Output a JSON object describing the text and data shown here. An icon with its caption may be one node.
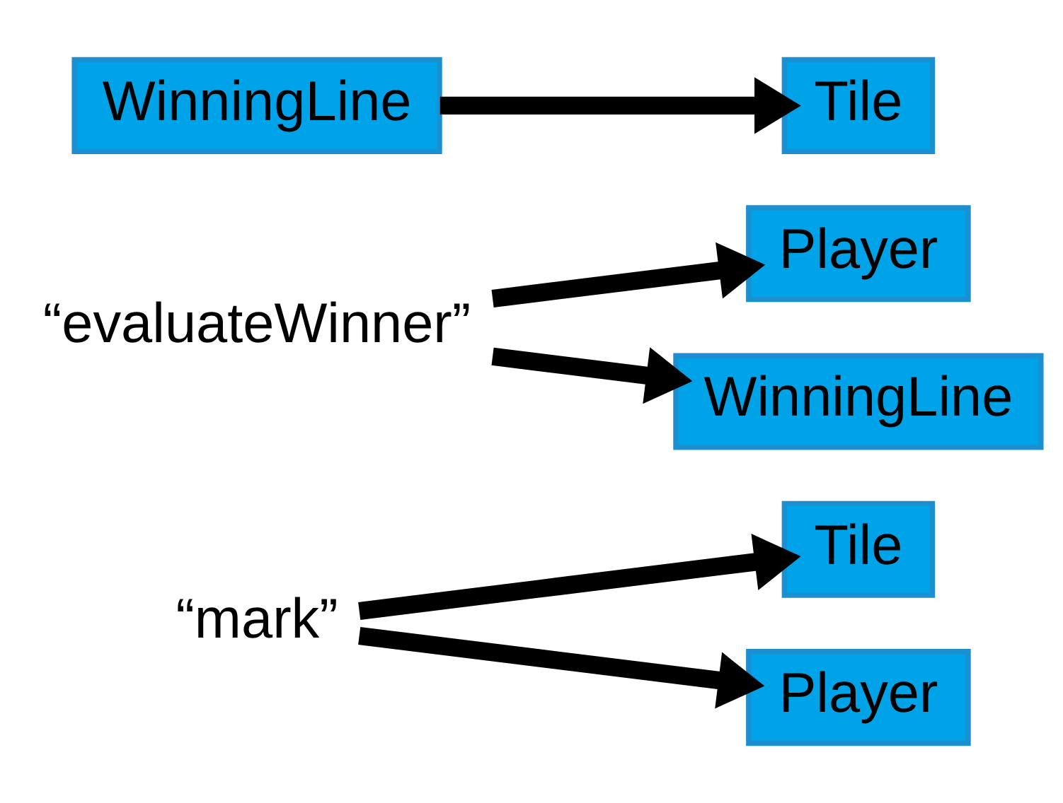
{
  "diagram": {
    "nodes": [
      {
        "text": [
          "“mark”"
        ]
      },
      {
        "text": [
          "Tile"
        ]
      },
      {
        "text": [
          "Player"
        ]
      },
      {
        "text": [
          "“evaluateWinner”"
        ]
      },
      {
        "text": [
          "Player"
        ]
      },
      {
        "text": [
          "WinningLine"
        ]
      },
      {
        "text": [
          "WinningLine"
        ]
      },
      {
        "text": [
          "Tile"
        ]
      }
    ],
    "edges": [
      {
        "from": 0,
        "to": 1,
        "arrow": "to"
      },
      {
        "from": 0,
        "to": 2,
        "arrow": "to"
      },
      {
        "from": 3,
        "to": 4,
        "arrow": "to"
      },
      {
        "from": 3,
        "to": 5,
        "arrow": "to"
      },
      {
        "from": 6,
        "to": 7,
        "arrow": "to"
      }
    ]
  }
}
